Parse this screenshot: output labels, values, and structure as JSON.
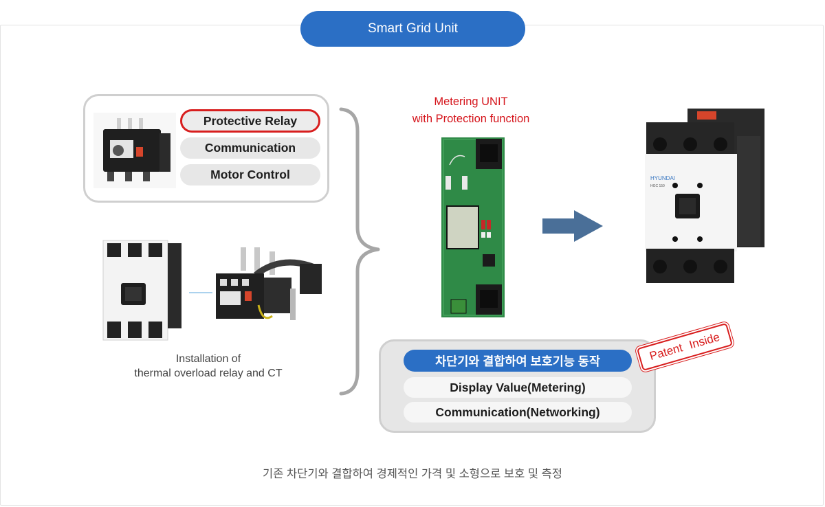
{
  "header": {
    "title": "Smart Grid Unit"
  },
  "relay_panel": {
    "items": [
      "Protective Relay",
      "Communication",
      "Motor Control"
    ]
  },
  "installation_caption": [
    "Installation of",
    "thermal overload relay and CT"
  ],
  "metering_label": [
    "Metering UNIT",
    "with Protection function"
  ],
  "feature_panel": {
    "items": [
      "차단기와 결합하여 보호기능 동작",
      "Display Value(Metering)",
      "Communication(Networking)"
    ]
  },
  "stamp": "Patent Inside",
  "device_brand": {
    "name": "HYUNDAI",
    "model": "HGC 150"
  },
  "footer_text": "기존 차단기와 결합하여 경제적인 가격 및 소형으로 보호 및 측정",
  "colors": {
    "accent": "#2b6fc5",
    "highlight": "#d81e1e",
    "arrow": "#4a6f98"
  }
}
